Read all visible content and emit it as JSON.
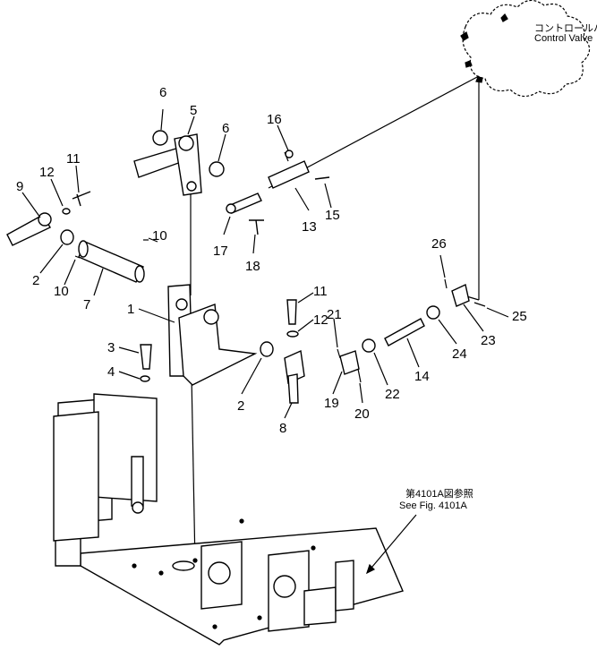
{
  "labels": {
    "cloud_jp": "コントロールバルブ",
    "cloud_en": "Control  Valve",
    "ref_jp": "第4101A図参照",
    "ref_en": "See Fig. 4101A"
  },
  "part_numbers": {
    "n1": "1",
    "n2a": "2",
    "n2b": "2",
    "n3": "3",
    "n4": "4",
    "n5": "5",
    "n6a": "6",
    "n6b": "6",
    "n7": "7",
    "n8": "8",
    "n9": "9",
    "n10a": "10",
    "n10b": "10",
    "n11a": "11",
    "n11b": "11",
    "n12a": "12",
    "n12b": "12",
    "n13": "13",
    "n14": "14",
    "n15": "15",
    "n16": "16",
    "n17": "17",
    "n18": "18",
    "n19": "19",
    "n20": "20",
    "n21": "21",
    "n22": "22",
    "n23": "23",
    "n24": "24",
    "n25": "25",
    "n26": "26"
  }
}
